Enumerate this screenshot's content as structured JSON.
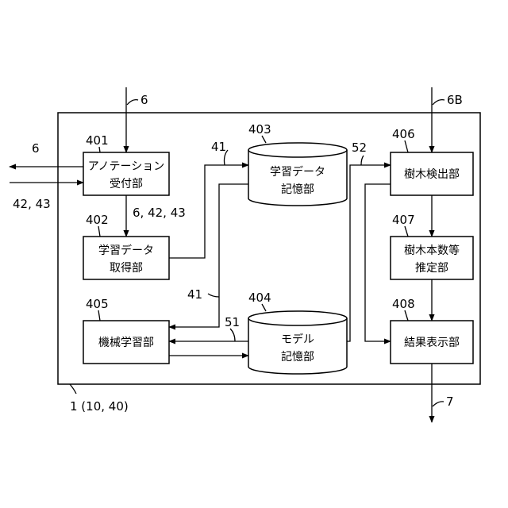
{
  "blocks": {
    "annotation": {
      "ref": "401",
      "line1": "アノテーション",
      "line2": "受付部"
    },
    "acquire": {
      "ref": "402",
      "line1": "学習データ",
      "line2": "取得部"
    },
    "learning_store": {
      "ref": "403",
      "line1": "学習データ",
      "line2": "記憶部"
    },
    "model_store": {
      "ref": "404",
      "line1": "モデル",
      "line2": "記憶部"
    },
    "ml": {
      "ref": "405",
      "line1": "機械学習部"
    },
    "tree_detect": {
      "ref": "406",
      "line1": "樹木検出部"
    },
    "tree_count": {
      "ref": "407",
      "line1": "樹木本数等",
      "line2": "推定部"
    },
    "result": {
      "ref": "408",
      "line1": "結果表示部"
    }
  },
  "signals": {
    "in_top": "6",
    "in_top_right": "6B",
    "out_left": "6",
    "in_left": "42, 43",
    "annot_to_acquire": "6, 42, 43",
    "to_store": "41",
    "from_store": "41",
    "model": "51",
    "to_detect": "52",
    "out_bottom": "7"
  },
  "system": {
    "label": "1 (10, 40)"
  }
}
